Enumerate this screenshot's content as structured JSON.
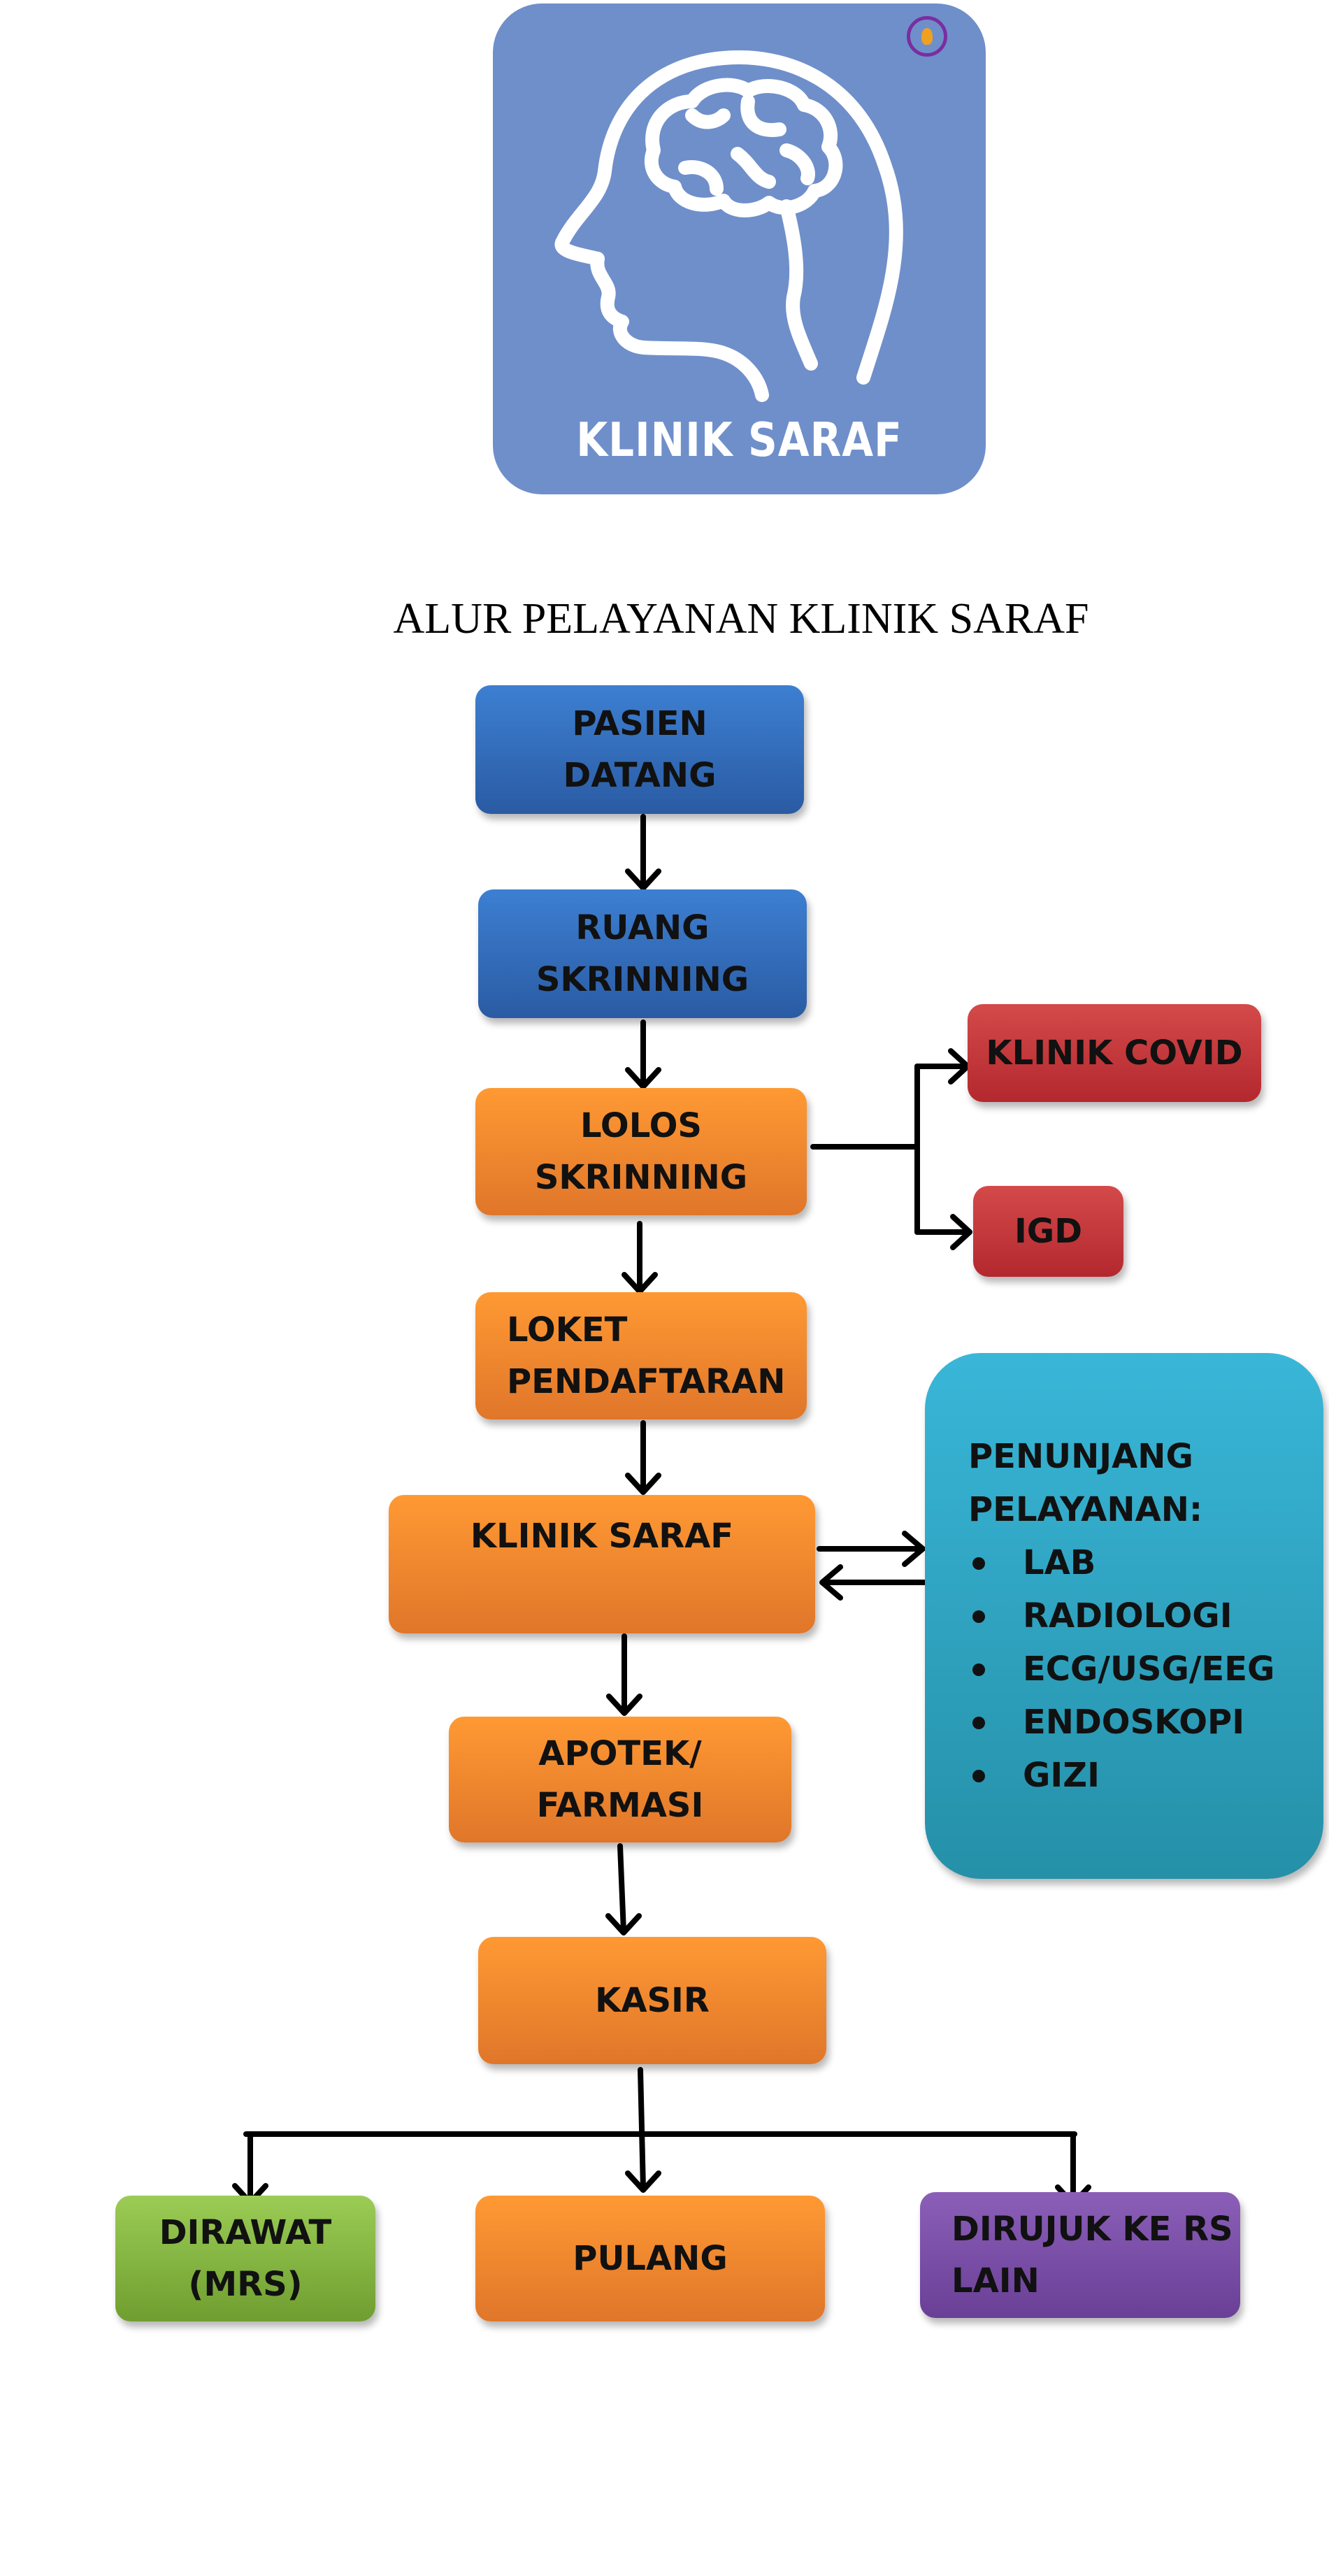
{
  "logo": {
    "label": "KLINIK SARAF"
  },
  "title": "ALUR PELAYANAN KLINIK SARAF",
  "nodes": {
    "pasien_datang": "PASIEN\nDATANG",
    "ruang_skrinning": "RUANG\nSKRINNING",
    "lolos_skrinning": "LOLOS\nSKRINNING",
    "klinik_covid": "KLINIK COVID",
    "igd": "IGD",
    "loket_pendaftaran": "LOKET\nPENDAFTARAN",
    "klinik_saraf": "KLINIK SARAF",
    "apotek_farmasi": "APOTEK/\nFARMASI",
    "kasir": "KASIR",
    "dirawat": "DIRAWAT\n(MRS)",
    "pulang": "PULANG",
    "dirujuk": "DIRUJUK KE RS\nLAIN"
  },
  "penunjang": {
    "title": "PENUNJANG\nPELAYANAN:",
    "items": [
      "LAB",
      "RADIOLOGI",
      "ECG/USG/EEG",
      "ENDOSKOPI",
      "GIZI"
    ]
  },
  "colors": {
    "blue": "#3d7fd2",
    "orange": "#ff9933",
    "red": "#c43a3e",
    "green": "#8bbf45",
    "purple": "#7b50a8",
    "teal": "#32a8c8",
    "logo_bg": "#6f8fca"
  }
}
